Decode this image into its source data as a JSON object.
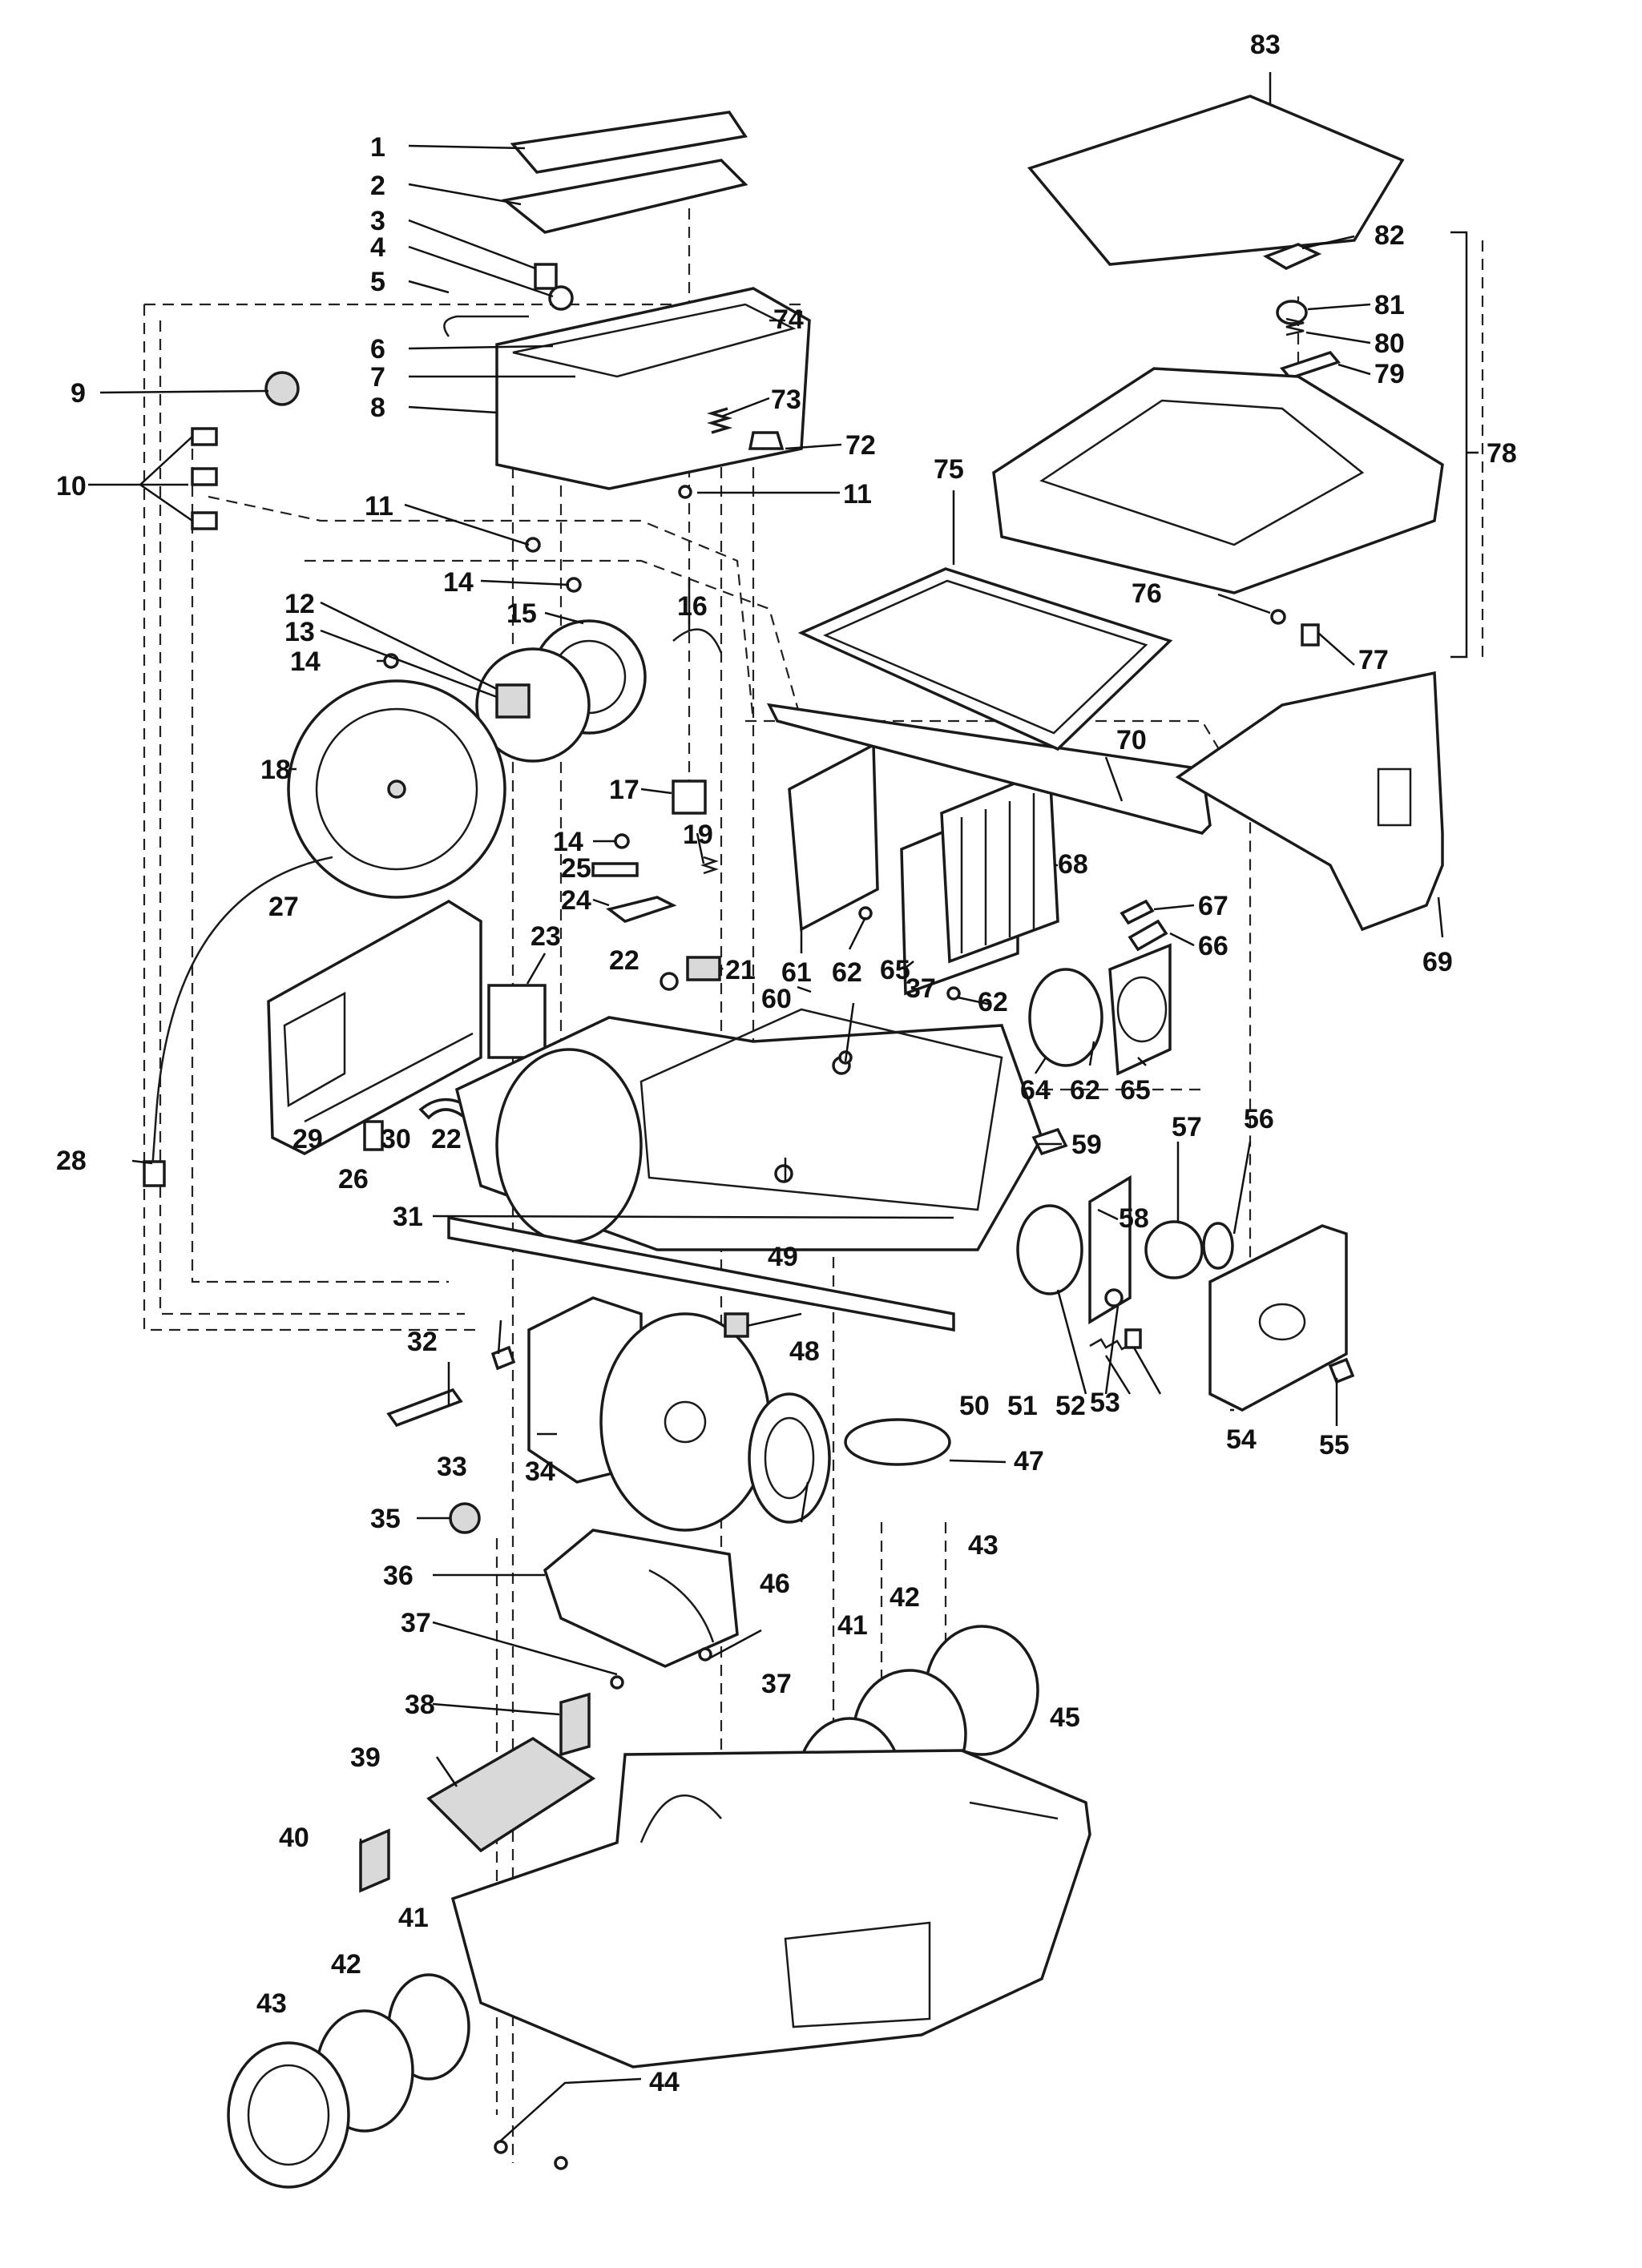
{
  "labels": {
    "l1": "1",
    "l2": "2",
    "l3": "3",
    "l4": "4",
    "l5": "5",
    "l6": "6",
    "l7": "7",
    "l8": "8",
    "l9": "9",
    "l10": "10",
    "l11a": "11",
    "l11b": "11",
    "l12": "12",
    "l13": "13",
    "l14a": "14",
    "l14b": "14",
    "l14c": "14",
    "l15": "15",
    "l16": "16",
    "l17": "17",
    "l18": "18",
    "l19": "19",
    "l21": "21",
    "l22a": "22",
    "l22b": "22",
    "l23": "23",
    "l24": "24",
    "l25": "25",
    "l26": "26",
    "l27": "27",
    "l28": "28",
    "l29": "29",
    "l30": "30",
    "l31": "31",
    "l32": "32",
    "l33": "33",
    "l34": "34",
    "l35": "35",
    "l36": "36",
    "l37a": "37",
    "l37b": "37",
    "l37c": "37",
    "l38": "38",
    "l39": "39",
    "l40": "40",
    "l41a": "41",
    "l41b": "41",
    "l42a": "42",
    "l42b": "42",
    "l43a": "43",
    "l43b": "43",
    "l44": "44",
    "l45": "45",
    "l46": "46",
    "l47": "47",
    "l48": "48",
    "l49": "49",
    "l50": "50",
    "l51": "51",
    "l52": "52",
    "l53": "53",
    "l54": "54",
    "l55": "55",
    "l56": "56",
    "l57": "57",
    "l58": "58",
    "l59": "59",
    "l60": "60",
    "l61": "61",
    "l62a": "62",
    "l62b": "62",
    "l62c": "62",
    "l64": "64",
    "l65a": "65",
    "l65b": "65",
    "l66": "66",
    "l67": "67",
    "l68": "68",
    "l69": "69",
    "l70": "70",
    "l72": "72",
    "l73": "73",
    "l74": "74",
    "l75": "75",
    "l76": "76",
    "l77": "77",
    "l78": "78",
    "l79": "79",
    "l80": "80",
    "l81": "81",
    "l82": "82",
    "l83": "83"
  }
}
